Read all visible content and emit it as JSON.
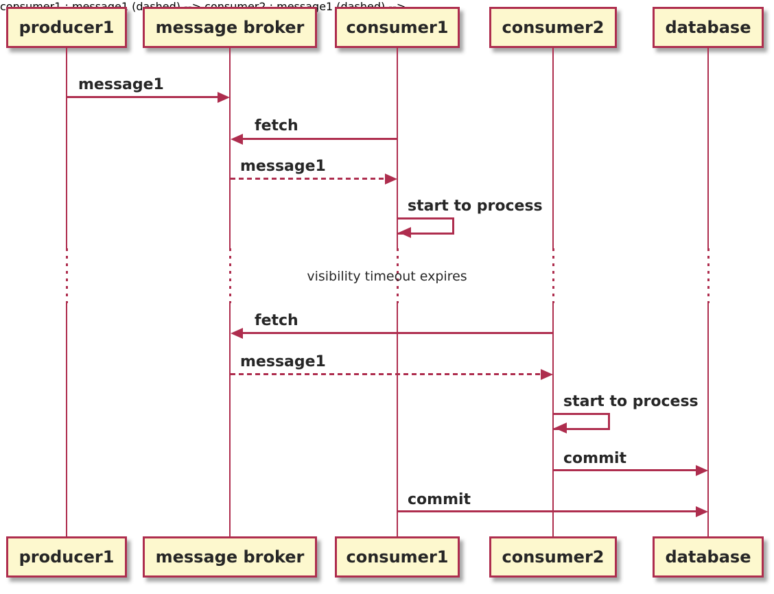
{
  "diagram": {
    "type": "sequence",
    "participants": [
      {
        "name": "producer1"
      },
      {
        "name": "message broker"
      },
      {
        "name": "consumer1"
      },
      {
        "name": "consumer2"
      },
      {
        "name": "database"
      }
    ],
    "messages": [
      {
        "index": 1,
        "from": "producer1",
        "to": "message broker",
        "label": "message1",
        "style": "solid-arrow"
      },
      {
        "index": 2,
        "from": "consumer1",
        "to": "message broker",
        "label": "fetch",
        "style": "solid-arrow"
      },
      {
        "index": 3,
        "from": "message broker",
        "to": "consumer1",
        "label": "message1",
        "style": "dashed-arrow"
      },
      {
        "index": 4,
        "from": "consumer1",
        "to": "consumer1",
        "label": "start to process",
        "style": "self-message"
      },
      {
        "index": 5,
        "type": "delay",
        "label": "visibility timeout expires"
      },
      {
        "index": 6,
        "from": "consumer2",
        "to": "message broker",
        "label": "fetch",
        "style": "solid-arrow"
      },
      {
        "index": 7,
        "from": "message broker",
        "to": "consumer2",
        "label": "message1",
        "style": "dashed-arrow"
      },
      {
        "index": 8,
        "from": "consumer2",
        "to": "consumer2",
        "label": "start to process",
        "style": "self-message"
      },
      {
        "index": 9,
        "from": "consumer2",
        "to": "database",
        "label": "commit",
        "style": "solid-arrow"
      },
      {
        "index": 10,
        "from": "consumer1",
        "to": "database",
        "label": "commit",
        "style": "solid-arrow"
      }
    ],
    "colors": {
      "line": "#AE2D4E",
      "participant_fill": "#FDF8CE",
      "text": "#262626",
      "background": "#FFFFFF"
    }
  }
}
